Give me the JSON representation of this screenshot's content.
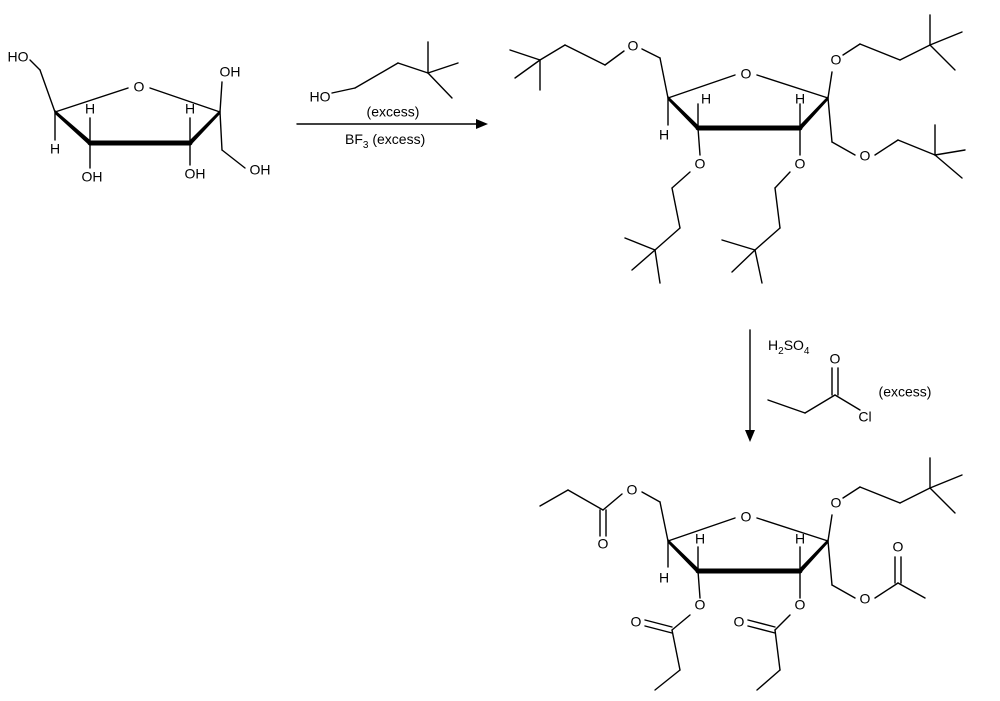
{
  "atoms": {
    "O": "O",
    "H": "H",
    "OH": "OH",
    "HO": "HO",
    "Cl": "Cl"
  },
  "reactions": {
    "step1": {
      "reagent1_note": "(excess)",
      "reagent2_prefix": "BF",
      "reagent2_sub": "3",
      "reagent2_suffix": " (excess)"
    },
    "step2": {
      "acid_prefix": "H",
      "acid_sub1": "2",
      "acid_mid": "SO",
      "acid_sub2": "4",
      "reagent_note": "(excess)"
    }
  },
  "colors": {
    "ink": "#000000",
    "background": "#ffffff"
  }
}
